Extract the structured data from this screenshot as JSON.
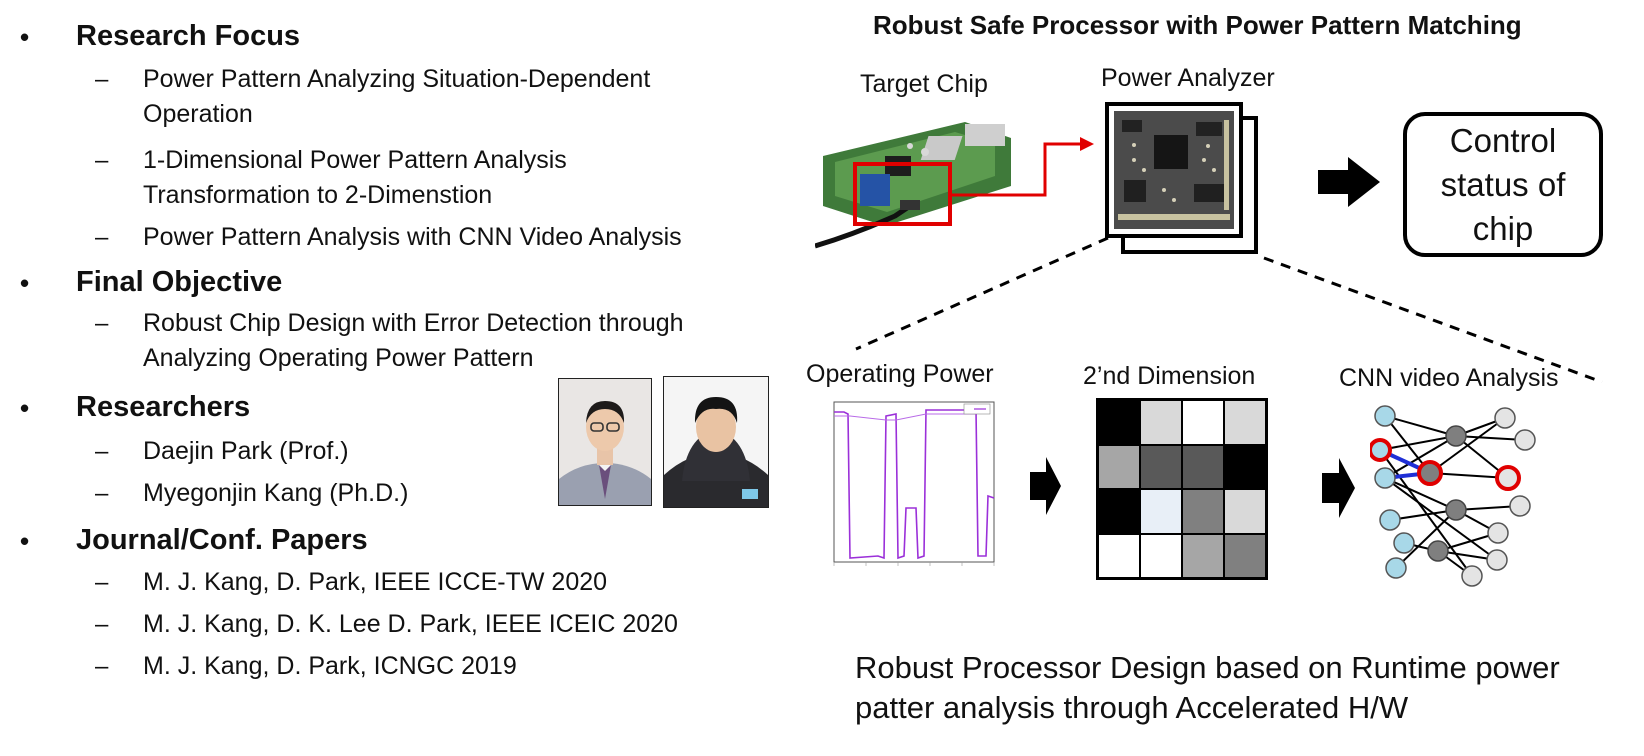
{
  "research_focus": {
    "heading": "Research Focus",
    "items": [
      "Power Pattern Analyzing Situation-Dependent",
      "Operation",
      "1-Dimensional Power Pattern Analysis",
      "Transformation to 2-Dimenstion",
      "Power Pattern Analysis with CNN Video Analysis"
    ]
  },
  "final_objective": {
    "heading": "Final Objective",
    "items": [
      "Robust Chip Design with Error Detection through",
      "Analyzing Operating Power Pattern"
    ]
  },
  "researchers": {
    "heading": "Researchers",
    "items": [
      "Daejin Park (Prof.)",
      "Myegonjin Kang (Ph.D.)"
    ]
  },
  "papers": {
    "heading": "Journal/Conf. Papers",
    "items": [
      "M. J. Kang, D. Park, IEEE ICCE-TW 2020",
      "M. J. Kang, D. K. Lee D. Park, IEEE ICEIC 2020",
      "M. J. Kang, D. Park,  ICNGC 2019"
    ]
  },
  "diagram": {
    "title": "Robust Safe Processor with Power Pattern Matching",
    "target_chip": "Target Chip",
    "power_analyzer": "Power Analyzer",
    "control_status": "Control status of chip",
    "operating_power": "Operating Power",
    "second_dimension": "2’nd Dimension",
    "cnn_video": "CNN video Analysis",
    "grid_shades": [
      "#000000",
      "#d9d9d9",
      "#ffffff",
      "#d9d9d9",
      "#a6a6a6",
      "#595959",
      "#595959",
      "#000000",
      "#000000",
      "#e8eff7",
      "#808080",
      "#d9d9d9",
      "#ffffff",
      "#ffffff",
      "#a6a6a6",
      "#808080"
    ]
  },
  "summary": {
    "line1": "Robust Processor Design based on Runtime power",
    "line2": "patter analysis through Accelerated H/W"
  },
  "colors": {
    "accent_red": "#e00000",
    "plot_purple": "#9b30d9",
    "node_blue": "#a8d8e8",
    "node_gray": "#7f7f7f"
  }
}
